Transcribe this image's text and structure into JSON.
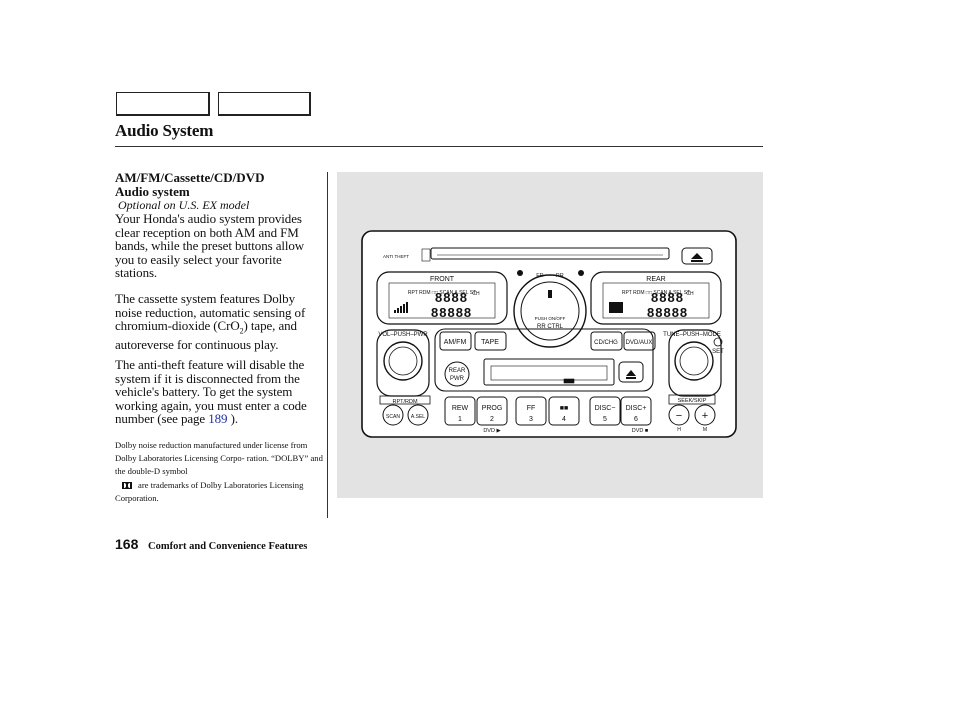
{
  "header": {
    "title": "Audio System"
  },
  "section": {
    "heading_line1": "AM/FM/Cassette/CD/DVD",
    "heading_line2": "Audio system",
    "note": "Optional on U.S. EX model",
    "para1": "Your Honda's audio system provides clear reception on both AM and FM bands, while the preset buttons allow you to easily select your favorite stations.",
    "para2_a": "The cassette system features Dolby noise reduction, automatic sensing of chromium-dioxide (CrO",
    "para2_sub": "2",
    "para2_b": ") tape, and autoreverse for continuous play.",
    "para3_a": "The anti-theft feature will disable the system if it is disconnected from the vehicle's battery. To get the system working again, you must enter a code number (see page ",
    "para3_link": "189",
    "para3_b": " ).",
    "dolby1": "Dolby noise reduction manufactured under license from Dolby Laboratories Licensing Corpo- ration. “DOLBY” and the double-D symbol",
    "dolby2": "are trademarks of Dolby Laboratories Licensing Corporation."
  },
  "footer": {
    "page_number": "168",
    "label": "Comfort and Convenience Features"
  },
  "radio": {
    "anti_theft": "ANTI THEFT",
    "front": "FRONT",
    "rear": "REAR",
    "fr_rr": "FR ····· RR",
    "knob_line1": "PUSH ON/OFF",
    "knob_line2": "RR CTRL",
    "display_left": "RPT RDM □□ SCAN A.SEL ST",
    "display_right": "RPT RDM □□ SCAN A.SEL ST",
    "ch": "CH",
    "vol_pwr": "VOL–PUSH–PWR",
    "tune_mode": "TUNE–PUSH–MODE",
    "set": "SET",
    "btn_amfm": "AM/FM",
    "btn_tape": "TAPE",
    "btn_cdchg": "CD/CHG",
    "btn_dvdaux": "DVD/AUX",
    "rear_pwr_1": "REAR",
    "rear_pwr_2": "PWR",
    "rpt_rdm": "RPT/RDM",
    "scan": "SCAN",
    "asel": "A.SEL",
    "seek_skip": "SEEK/SKIP",
    "minus": "−",
    "plus": "+",
    "h": "H",
    "m": "M",
    "dvd_play": "DVD ▶",
    "dvd_stop": "DVD ■",
    "presets": [
      {
        "top": "REW",
        "num": "1"
      },
      {
        "top": "PROG",
        "num": "2"
      },
      {
        "top": "FF",
        "num": "3"
      },
      {
        "top": "■■",
        "num": "4"
      },
      {
        "top": "DISC−",
        "num": "5"
      },
      {
        "top": "DISC+",
        "num": "6"
      }
    ]
  }
}
